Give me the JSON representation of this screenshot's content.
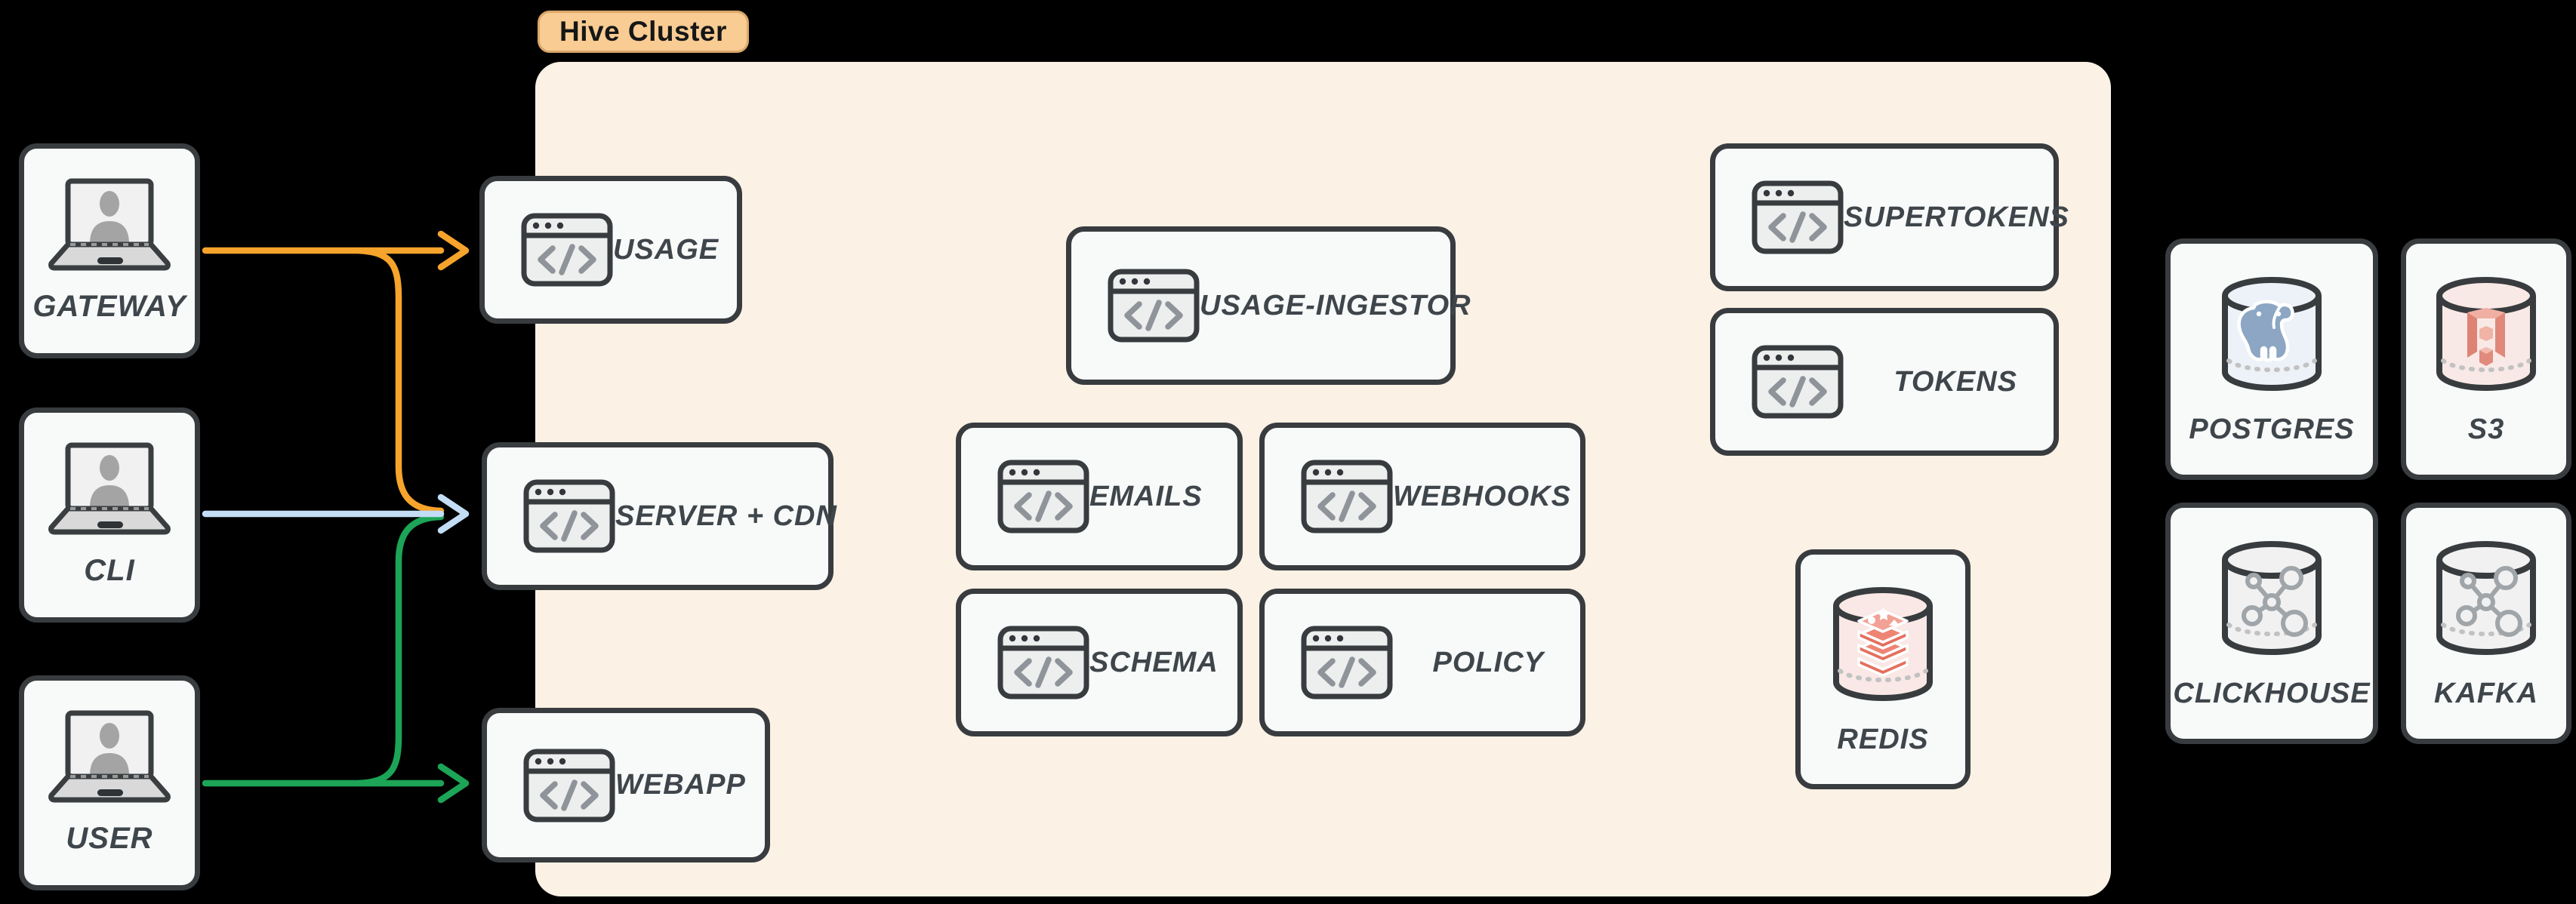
{
  "cluster": {
    "label": "Hive Cluster",
    "tag_fill": "#F8CC93",
    "tag_border": "#DBA76A",
    "panel_fill": "#FCF1E5"
  },
  "actors": [
    {
      "label": "GATEWAY"
    },
    {
      "label": "CLI"
    },
    {
      "label": "USER"
    }
  ],
  "services": [
    {
      "label": "USAGE"
    },
    {
      "label": "SERVER + CDN"
    },
    {
      "label": "WEBAPP"
    },
    {
      "label": "USAGE-INGESTOR"
    },
    {
      "label": "EMAILS"
    },
    {
      "label": "WEBHOOKS"
    },
    {
      "label": "SCHEMA"
    },
    {
      "label": "POLICY"
    },
    {
      "label": "SUPERTOKENS"
    },
    {
      "label": "TOKENS"
    }
  ],
  "datastores": [
    {
      "label": "REDIS"
    },
    {
      "label": "POSTGRES"
    },
    {
      "label": "S3"
    },
    {
      "label": "CLICKHOUSE"
    },
    {
      "label": "KAFKA"
    }
  ],
  "edges": [
    {
      "from": "GATEWAY",
      "to": "USAGE",
      "color": "#F6A42C"
    },
    {
      "from": "GATEWAY",
      "to": "SERVER + CDN",
      "color": "#F6A42C"
    },
    {
      "from": "CLI",
      "to": "SERVER + CDN",
      "color": "#C3DDF6"
    },
    {
      "from": "USER",
      "to": "WEBAPP",
      "color": "#1CA457"
    },
    {
      "from": "USER",
      "to": "SERVER + CDN",
      "color": "#1CA457"
    }
  ],
  "colors": {
    "background": "#000000",
    "node_fill": "#F8F9F9",
    "node_border": "#383C3F",
    "label_text": "#3F464B"
  }
}
